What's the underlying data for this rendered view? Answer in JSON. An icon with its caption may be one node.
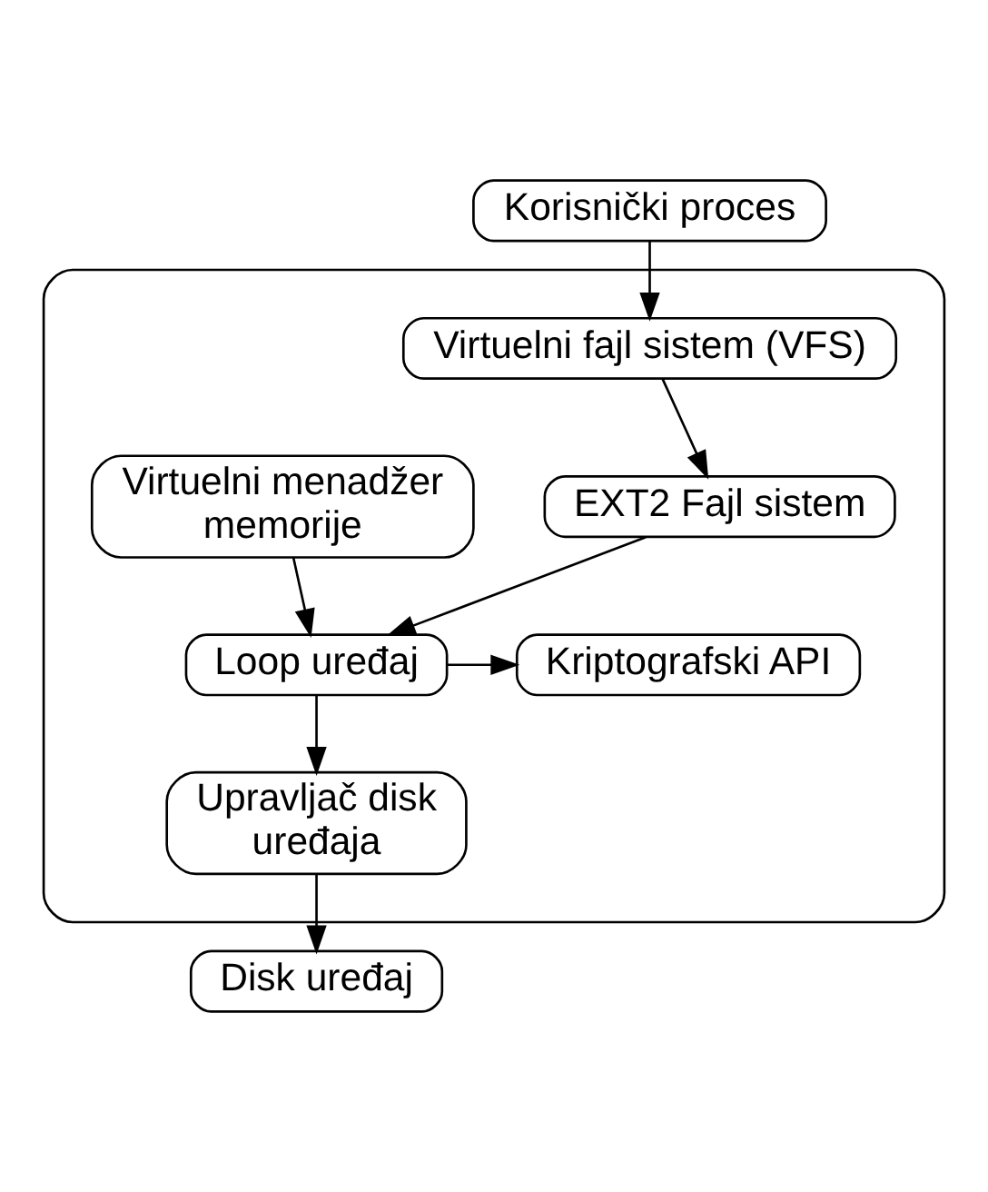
{
  "diagram": {
    "nodes": [
      {
        "text": [
          "Korisnički proces"
        ]
      },
      {
        "text": [],
        "shape": "box"
      },
      {
        "text": [
          "Virtuelni fajl sistem (VFS)"
        ],
        "in": 1
      },
      {
        "text": [
          "EXT2 Fajl sistem"
        ],
        "in": 1
      },
      {
        "text": [
          "Virtuelni menadžer memorije"
        ],
        "in": 1
      },
      {
        "text": [
          "Loop uređaj"
        ],
        "in": 1
      },
      {
        "text": [
          "Kriptografski API"
        ],
        "in": 1
      },
      {
        "text": [
          "Upravljač disk uređaja"
        ],
        "in": 1
      },
      {
        "text": [
          "Disk uređaj"
        ]
      }
    ],
    "edges": [
      {
        "from": 0,
        "to": 2,
        "arrow": "to"
      },
      {
        "from": 2,
        "to": 3,
        "arrow": "to"
      },
      {
        "from": 3,
        "to": 5,
        "arrow": "to"
      },
      {
        "from": 4,
        "to": 5,
        "arrow": "to"
      },
      {
        "from": 5,
        "to": 6,
        "arrow": "to"
      },
      {
        "from": 5,
        "to": 7,
        "arrow": "to"
      },
      {
        "from": 7,
        "to": 8,
        "arrow": "to"
      }
    ]
  }
}
